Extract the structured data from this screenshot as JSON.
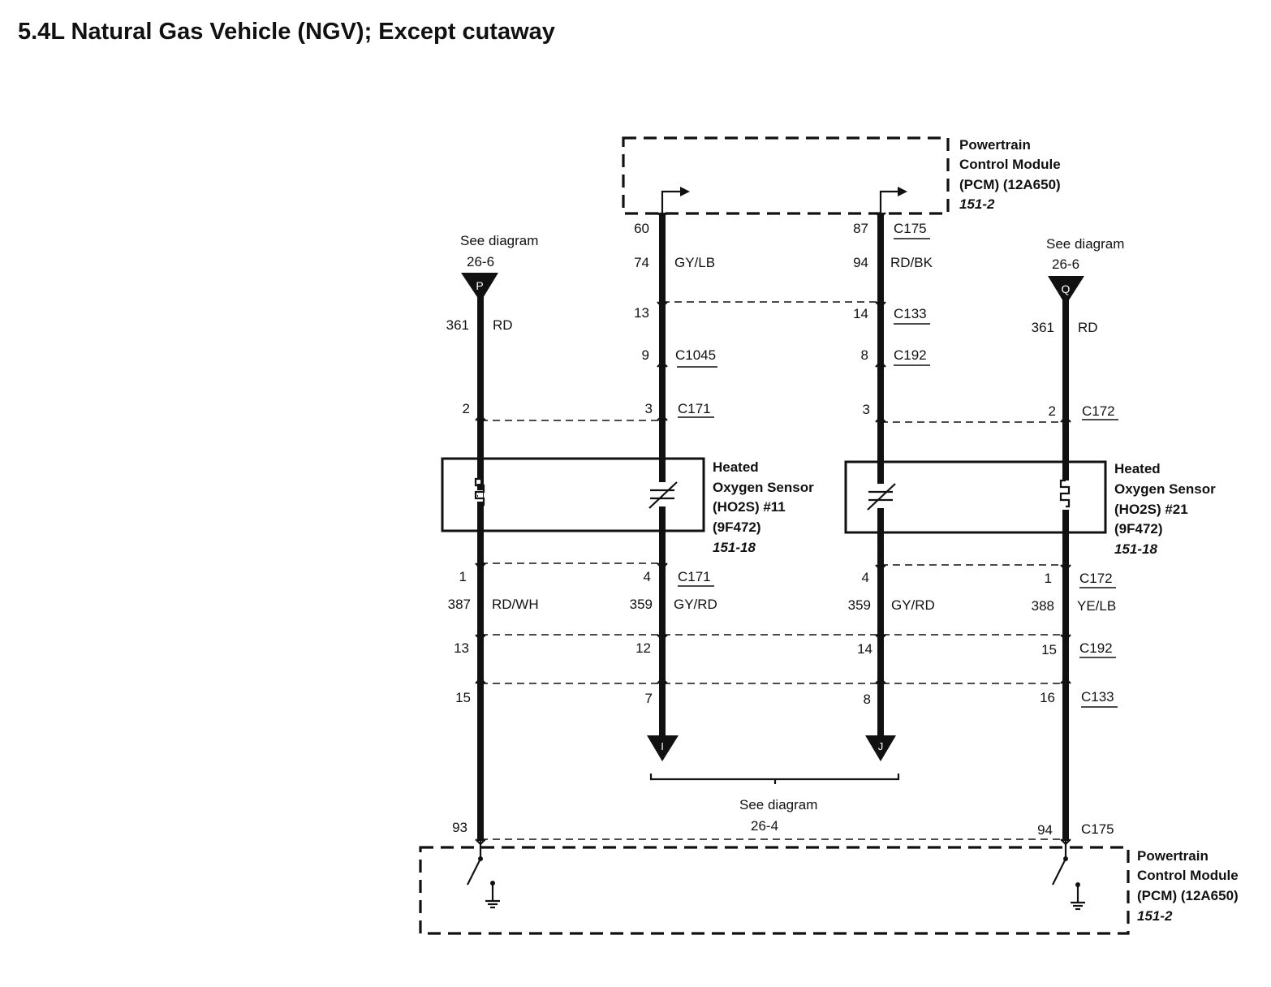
{
  "title": "5.4L Natural Gas Vehicle (NGV); Except cutaway",
  "pcm": {
    "line1": "Powertrain",
    "line2": "Control Module",
    "line3": "(PCM) (12A650)",
    "ref": "151-2"
  },
  "sensor11": {
    "line1": "Heated",
    "line2": "Oxygen Sensor",
    "line3": "(HO2S) #11",
    "line4": "(9F472)",
    "ref": "151-18"
  },
  "sensor21": {
    "line1": "Heated",
    "line2": "Oxygen Sensor",
    "line3": "(HO2S) #21",
    "line4": "(9F472)",
    "ref": "151-18"
  },
  "refs": {
    "p": {
      "see": "See diagram",
      "page": "26-6",
      "letter": "P"
    },
    "q": {
      "see": "See diagram",
      "page": "26-6",
      "letter": "Q"
    },
    "bottom": {
      "see": "See diagram",
      "page": "26-4",
      "letter_left": "I",
      "letter_right": "J"
    }
  },
  "connectors": {
    "c175": "C175",
    "c133": "C133",
    "c1045": "C1045",
    "c192": "C192",
    "c171": "C171",
    "c172": "C172"
  },
  "wires": {
    "w1": {
      "circuit": "361",
      "color": "RD",
      "pin_c171": "2",
      "pin_c171_low": "1",
      "circuit_low": "387",
      "color_low": "RD/WH",
      "pin_c192": "13",
      "pin_c133": "15",
      "pin_c175": "93"
    },
    "w2": {
      "pin_c175": "60",
      "circuit": "74",
      "color": "GY/LB",
      "pin_c133": "13",
      "pin_c1045": "9",
      "pin_c171": "3",
      "pin_c171_low": "4",
      "circuit_low": "359",
      "color_low": "GY/RD",
      "pin_c192": "12",
      "pin_c133_low": "7"
    },
    "w3": {
      "pin_c175": "87",
      "circuit": "94",
      "color": "RD/BK",
      "pin_c133": "14",
      "pin_c192": "8",
      "pin_c172": "3",
      "pin_c172_low": "4",
      "circuit_low": "359",
      "color_low": "GY/RD",
      "pin_c192_low": "14",
      "pin_c133_low": "8"
    },
    "w4": {
      "circuit": "361",
      "color": "RD",
      "pin_c172": "2",
      "pin_c172_low": "1",
      "circuit_low": "388",
      "color_low": "YE/LB",
      "pin_c192": "15",
      "pin_c133": "16",
      "pin_c175": "94"
    }
  }
}
